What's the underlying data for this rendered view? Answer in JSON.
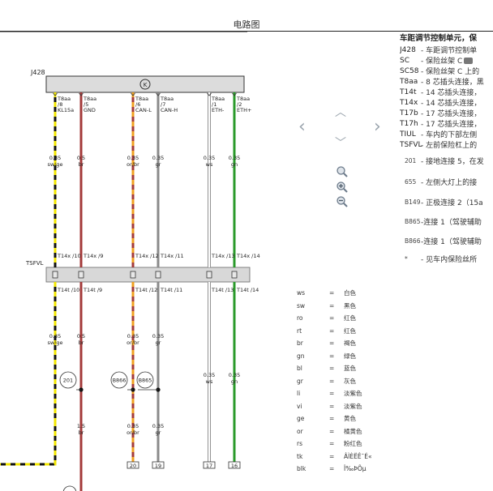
{
  "page_title": "电路图",
  "component": {
    "id": "J428",
    "symbol": "K"
  },
  "pins_top": [
    {
      "conn": "T8aa",
      "pin": "/8",
      "sig": "KL15a"
    },
    {
      "conn": "T8aa",
      "pin": "/5",
      "sig": "GND"
    },
    {
      "conn": "T8aa",
      "pin": "/6",
      "sig": "CAN-L"
    },
    {
      "conn": "T8aa",
      "pin": "/7",
      "sig": "CAN-H"
    },
    {
      "conn": "T8aa",
      "pin": "/1",
      "sig": "ETH-"
    },
    {
      "conn": "T8aa",
      "pin": "/2",
      "sig": "ETH+"
    }
  ],
  "wires_upper": [
    {
      "size": "0.35",
      "color": "sw/ge"
    },
    {
      "size": "0.5",
      "color": "br"
    },
    {
      "size": "0.35",
      "color": "or/br"
    },
    {
      "size": "0.35",
      "color": "gr"
    },
    {
      "size": "0.35",
      "color": "ws"
    },
    {
      "size": "0.35",
      "color": "gn"
    }
  ],
  "connector_band": {
    "id": "TSFVL"
  },
  "pins_t14x": [
    "T14x /10",
    "T14x /9",
    "T14x /12",
    "T14x /11",
    "T14x /13",
    "T14x /14"
  ],
  "pins_t14t": [
    "T14t /10",
    "T14t /9",
    "T14t /12",
    "T14t /11",
    "T14t /13",
    "T14t /14"
  ],
  "wires_mid": [
    {
      "size": "0.35",
      "color": "sw/ge"
    },
    {
      "size": "0.5",
      "color": "br"
    },
    {
      "size": "0.35",
      "color": "or/br"
    },
    {
      "size": "0.35",
      "color": "gr"
    },
    {
      "size": "0.35",
      "color": "ws"
    },
    {
      "size": "0.35",
      "color": "gn"
    }
  ],
  "splices": [
    "201",
    "B866",
    "B865"
  ],
  "wires_lower": [
    {
      "size": "1.5",
      "color": "br"
    },
    {
      "size": "0.35",
      "color": "or/br"
    },
    {
      "size": "0.35",
      "color": "gr"
    }
  ],
  "wire_refs": [
    "20",
    "19",
    "17",
    "16"
  ],
  "legend": {
    "heading": "车距调节控制单元，保",
    "rows": [
      {
        "code": "J428",
        "desc": "- 车距调节控制单"
      },
      {
        "code": "SC",
        "desc": "-   保险丝架 C"
      },
      {
        "code": "SC58",
        "desc": "- 保险丝架 C 上的"
      },
      {
        "code": "T8aa",
        "desc": "- 8 芯插头连接，黑"
      },
      {
        "code": "T14t",
        "desc": "- 14 芯插头连接，"
      },
      {
        "code": "T14x",
        "desc": "- 14 芯插头连接，"
      },
      {
        "code": "T17b",
        "desc": "- 17 芯插头连接，"
      },
      {
        "code": "T17h",
        "desc": "- 17 芯插头连接，"
      },
      {
        "code": "TIUL",
        "desc": "- 车内的下部左侧"
      },
      {
        "code": "TSFVL",
        "desc": "- 左前保险杠上的"
      },
      {
        "code": "201",
        "desc": "- 接地连接 5，在发"
      },
      {
        "code": "655",
        "desc": "-  左侧大灯上的接"
      },
      {
        "code": "B149",
        "desc": "- 正极连接 2（15a"
      },
      {
        "code": "B865",
        "desc": "-连接 1（驾驶辅助"
      },
      {
        "code": "B866",
        "desc": "-连接 1（驾驶辅助"
      },
      {
        "code": "*",
        "desc": "-  见车内保险丝所"
      }
    ]
  },
  "color_key": [
    {
      "abbr": "ws",
      "name": "白色"
    },
    {
      "abbr": "sw",
      "name": "黑色"
    },
    {
      "abbr": "ro",
      "name": "红色"
    },
    {
      "abbr": "rt",
      "name": "红色"
    },
    {
      "abbr": "br",
      "name": "褐色"
    },
    {
      "abbr": "gn",
      "name": "绿色"
    },
    {
      "abbr": "bl",
      "name": "蓝色"
    },
    {
      "abbr": "gr",
      "name": "灰色"
    },
    {
      "abbr": "li",
      "name": "淡紫色"
    },
    {
      "abbr": "vi",
      "name": "淡紫色"
    },
    {
      "abbr": "ge",
      "name": "黄色"
    },
    {
      "abbr": "or",
      "name": "橘黄色"
    },
    {
      "abbr": "rs",
      "name": "粉红色"
    },
    {
      "abbr": "tk",
      "name": "ÂÌÈËÊ¯É«"
    },
    {
      "abbr": "blk",
      "name": "Î‰ÞÕµ"
    }
  ],
  "nav": {
    "left": "‹",
    "right": "›",
    "up": "︿",
    "down": "﹀"
  },
  "colors": {
    "yellow": "#f2e600",
    "black": "#111111",
    "brown": "#a33a3a",
    "orange": "#f0a020",
    "gray": "#8a8a8a",
    "green": "#2a9a2a",
    "band": "#d8d8d8"
  }
}
